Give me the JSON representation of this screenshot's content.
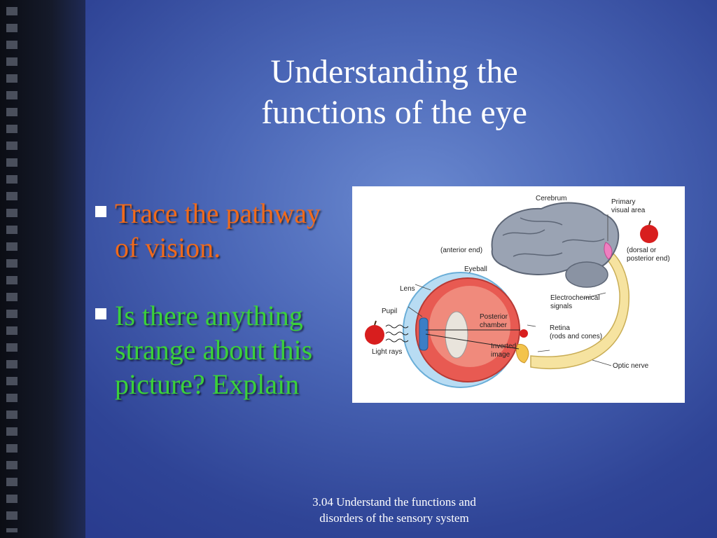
{
  "title": {
    "line1": "Understanding the",
    "line2": "functions of the eye"
  },
  "bullets": [
    {
      "text": "Trace the pathway of vision.",
      "color": "#f06a1b"
    },
    {
      "text": "Is there anything strange about this picture? Explain",
      "color": "#3bd13a"
    }
  ],
  "footer": {
    "line1": "3.04 Understand the functions and",
    "line2": "disorders of the sensory system"
  },
  "figure": {
    "labels": {
      "cerebrum": "Cerebrum",
      "primary1": "Primary",
      "primary2": "visual area",
      "anterior": "(anterior end)",
      "dorsal1": "(dorsal or",
      "dorsal2": "posterior end)",
      "eyeball": "Eyeball",
      "lens": "Lens",
      "pupil": "Pupil",
      "light_rays": "Light rays",
      "posterior1": "Posterior",
      "posterior2": "chamber",
      "electro1": "Electrochemical",
      "electro2": "signals",
      "retina1": "Retina",
      "retina2": "(rods and cones)",
      "inverted1": "Inverted",
      "inverted2": "image",
      "optic_nerve": "Optic nerve"
    }
  },
  "colors": {
    "background": "#4a66b6",
    "title_text": "#ffffff",
    "bullet1": "#f06a1b",
    "bullet2": "#3bd13a"
  }
}
